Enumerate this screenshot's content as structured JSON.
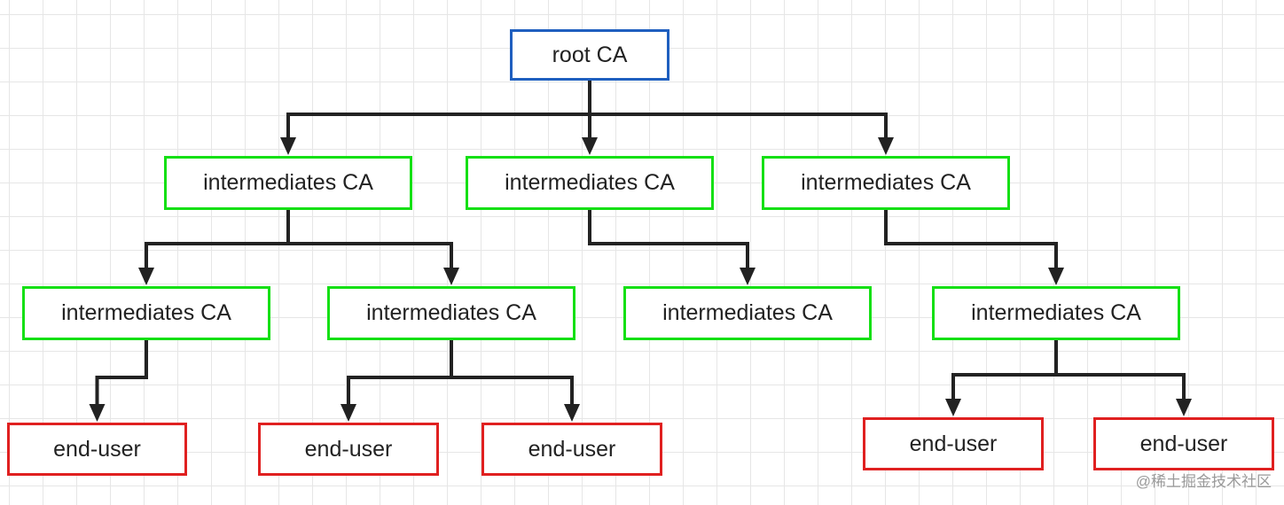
{
  "diagram": {
    "nodes": [
      {
        "id": "root",
        "kind": "root",
        "label": "root CA"
      },
      {
        "id": "i1",
        "kind": "intermediate",
        "label": "intermediates CA"
      },
      {
        "id": "i2",
        "kind": "intermediate",
        "label": "intermediates CA"
      },
      {
        "id": "i3",
        "kind": "intermediate",
        "label": "intermediates CA"
      },
      {
        "id": "i1a",
        "kind": "intermediate",
        "label": "intermediates CA"
      },
      {
        "id": "i1b",
        "kind": "intermediate",
        "label": "intermediates CA"
      },
      {
        "id": "i2a",
        "kind": "intermediate",
        "label": "intermediates CA"
      },
      {
        "id": "i3a",
        "kind": "intermediate",
        "label": "intermediates CA"
      },
      {
        "id": "e1",
        "kind": "enduser",
        "label": "end-user"
      },
      {
        "id": "e2",
        "kind": "enduser",
        "label": "end-user"
      },
      {
        "id": "e3",
        "kind": "enduser",
        "label": "end-user"
      },
      {
        "id": "e4",
        "kind": "enduser",
        "label": "end-user"
      },
      {
        "id": "e5",
        "kind": "enduser",
        "label": "end-user"
      }
    ],
    "edges": [
      {
        "from": "root",
        "to": "i1"
      },
      {
        "from": "root",
        "to": "i2"
      },
      {
        "from": "root",
        "to": "i3"
      },
      {
        "from": "i1",
        "to": "i1a"
      },
      {
        "from": "i1",
        "to": "i1b"
      },
      {
        "from": "i2",
        "to": "i2a"
      },
      {
        "from": "i3",
        "to": "i3a"
      },
      {
        "from": "i1a",
        "to": "e1"
      },
      {
        "from": "i1b",
        "to": "e2"
      },
      {
        "from": "i1b",
        "to": "e3"
      },
      {
        "from": "i3a",
        "to": "e4"
      },
      {
        "from": "i3a",
        "to": "e5"
      }
    ]
  },
  "watermark": "@稀土掘金技术社区"
}
